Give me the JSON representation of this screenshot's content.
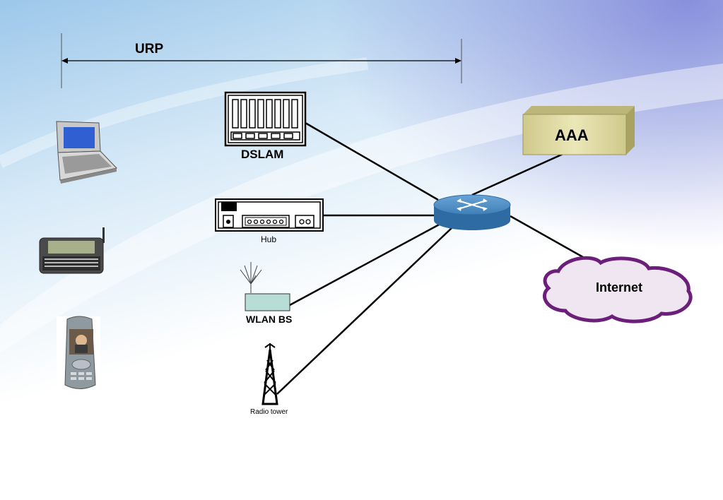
{
  "labels": {
    "urp": "URP",
    "dslam": "DSLAM",
    "hub": "Hub",
    "wlan": "WLAN BS",
    "radio": "Radio tower",
    "aaa": "AAA",
    "internet": "Internet"
  },
  "icons": {
    "laptop": "laptop-icon",
    "communicator": "communicator-phone-icon",
    "mobile": "mobile-phone-icon",
    "dslam": "dslam-icon",
    "hub": "hub-icon",
    "wlan": "wlan-base-station-icon",
    "radio": "radio-tower-icon",
    "router": "router-icon",
    "aaa": "aaa-server-icon",
    "cloud": "internet-cloud-icon"
  },
  "colors": {
    "router": "#3f7fb6",
    "aaa_box": "#d9d59a",
    "cloud_fill": "#f0e6f2",
    "cloud_stroke": "#6b1f7a",
    "wlan_box": "#b8dcd6"
  }
}
